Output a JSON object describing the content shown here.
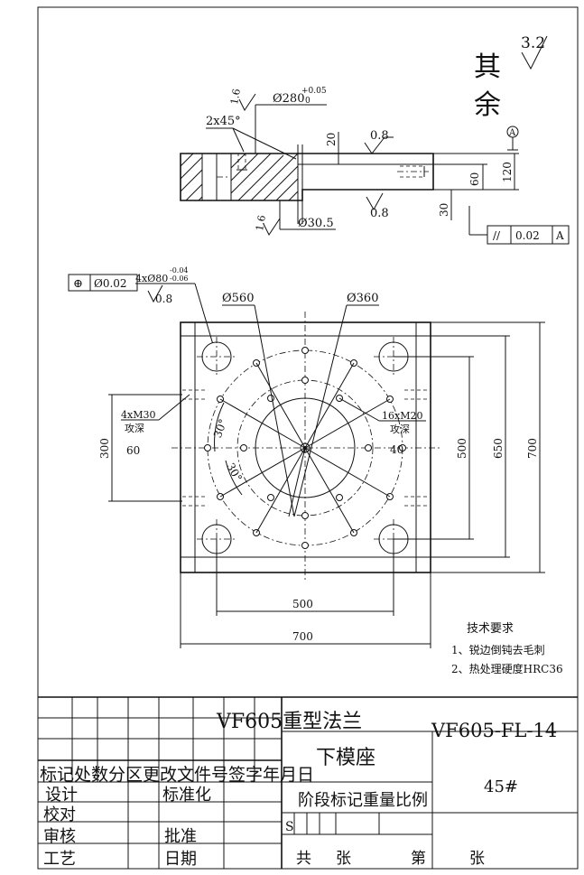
{
  "drawing": {
    "roughness_symbol": {
      "char1": "其",
      "char2": "余",
      "value": "3.2"
    },
    "section_view": {
      "chamfer": "2x45°",
      "dia_top": "Ø280",
      "tol_upper": "+0.05",
      "tol_lower": "0",
      "dia_bottom": "Ø30.5",
      "dim_20": "20",
      "dim_120": "120",
      "dim_60": "60",
      "dim_30": "30",
      "rough_08": "0.8",
      "rough_16": "1.6",
      "datum": "A",
      "parallel_sym": "//",
      "parallel_tol": "0.02",
      "parallel_ref": "A"
    },
    "plan_view": {
      "pos_sym": "⊕",
      "pos_tol": "Ø0.02",
      "holes4": "4xØ80",
      "holes4_upper": "-0.04",
      "holes4_lower": "-0.06",
      "rough_08": "0.8",
      "dia560": "Ø560",
      "dia360": "Ø360",
      "m30_label": "4xM30",
      "m30_tap": "攻深",
      "m30_depth": "60",
      "m20_label": "16xM20",
      "m20_tap": "攻深",
      "m20_depth": "40",
      "angle1": "30°",
      "angle2": "30°",
      "dim_300": "300",
      "dim_500v": "500",
      "dim_650": "650",
      "dim_700v": "700",
      "dim_500h": "500",
      "dim_700h": "700"
    },
    "tech": {
      "title": "技术要求",
      "line1": "1、锐边倒钝去毛刺",
      "line2": "2、热处理硬度HRC36"
    }
  },
  "title_block": {
    "name": "VF605重型法兰",
    "drawing_no": "VF605-FL-14",
    "part": "下模座",
    "material": "45#",
    "header_row": "标记处数分区更改文件号签字年月日",
    "design": "设计",
    "standard": "标准化",
    "check": "校对",
    "review": "审核",
    "approve": "批准",
    "process": "工艺",
    "date": "日期",
    "stage_row": "阶段标记重量比例",
    "s_mark": "S",
    "total": "共",
    "sheets1": "张",
    "no": "第",
    "sheets2": "张"
  }
}
